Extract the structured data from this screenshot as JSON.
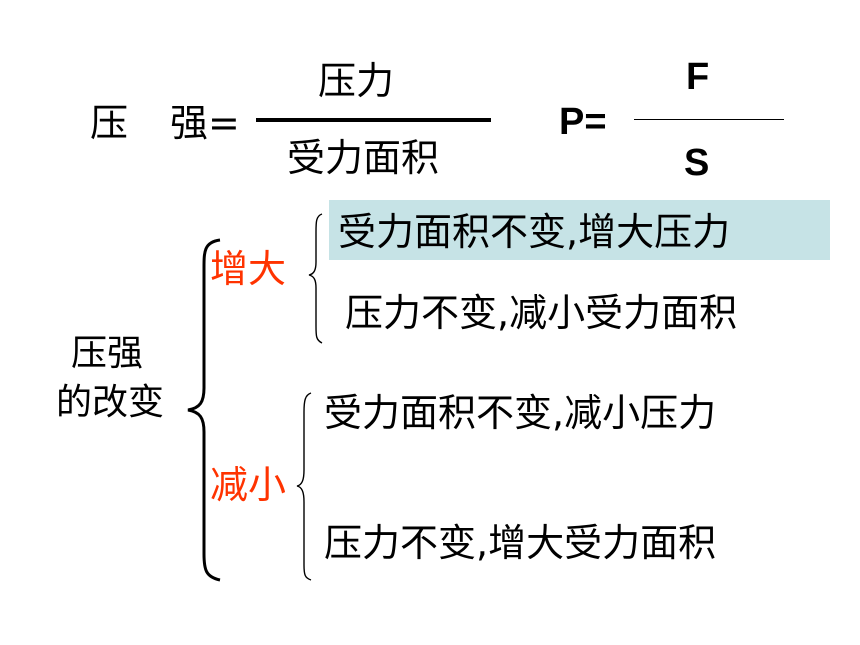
{
  "formula_words": {
    "lhs_char1": "压",
    "lhs_char2": "强=",
    "numerator": "压力",
    "denominator": "受力面积"
  },
  "formula_symbols": {
    "lhs": "P=",
    "numerator": "F",
    "denominator": "S"
  },
  "tree": {
    "root_line1": "压强",
    "root_line2": "的改变",
    "increase": {
      "label": "增大",
      "items": [
        "受力面积不变,增大压力",
        "压力不变,减小受力面积"
      ]
    },
    "decrease": {
      "label": "减小",
      "items": [
        "受力面积不变,减小压力",
        "压力不变,增大受力面积"
      ]
    }
  },
  "colors": {
    "branch_label": "#ff3300",
    "highlight": "#c6e3e6",
    "text": "#000000"
  }
}
